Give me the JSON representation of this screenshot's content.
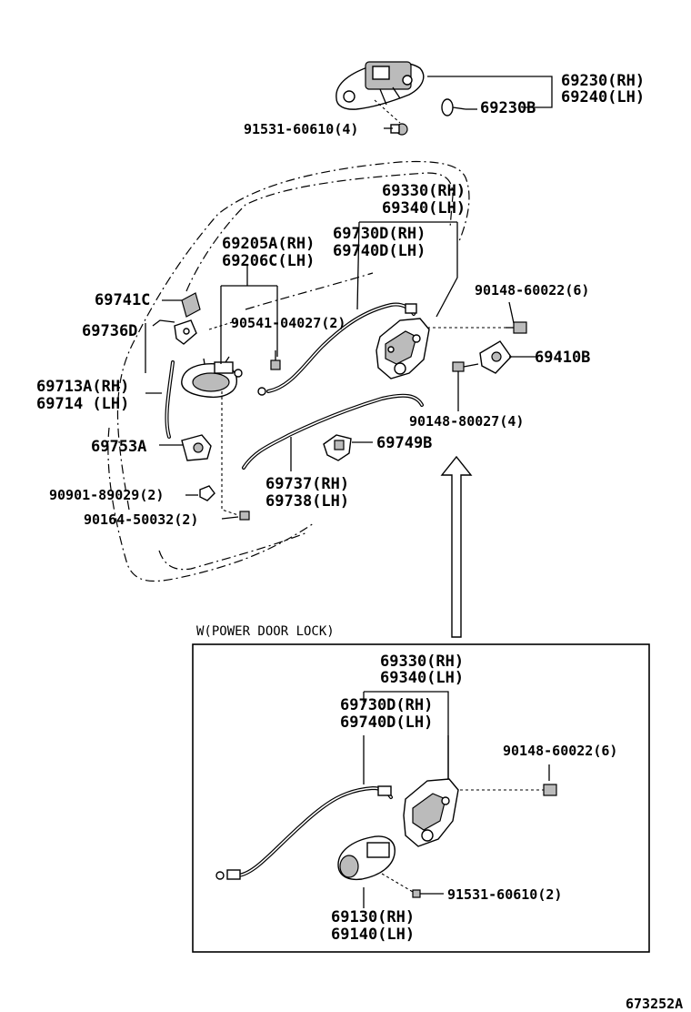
{
  "labels": {
    "p69230": "69230(RH)",
    "p69240": "69240(LH)",
    "p69230B": "69230B",
    "p91531a": "91531-60610(4)",
    "p69330": "69330(RH)",
    "p69340": "69340(LH)",
    "p69730D": "69730D(RH)",
    "p69740D": "69740D(LH)",
    "p69205A": "69205A(RH)",
    "p69206C": "69206C(LH)",
    "p69741C": "69741C",
    "p69736D": "69736D",
    "p90541": "90541-04027(2)",
    "p90148a": "90148-60022(6)",
    "p69410B": "69410B",
    "p69713A": "69713A(RH)",
    "p69714": "69714  (LH)",
    "p90148b": "90148-80027(4)",
    "p69753A": "69753A",
    "p69749B": "69749B",
    "p69737": "69737(RH)",
    "p69738": "69738(LH)",
    "p90901": "90901-89029(2)",
    "p90164": "90164-50032(2)"
  },
  "inset": {
    "note": "W(POWER DOOR LOCK)",
    "p69330": "69330(RH)",
    "p69340": "69340(LH)",
    "p69730D": "69730D(RH)",
    "p69740D": "69740D(LH)",
    "p90148": "90148-60022(6)",
    "p91531": "91531-60610(2)",
    "p69130": "69130(RH)",
    "p69140": "69140(LH)"
  },
  "footer": {
    "code": "673252A"
  }
}
